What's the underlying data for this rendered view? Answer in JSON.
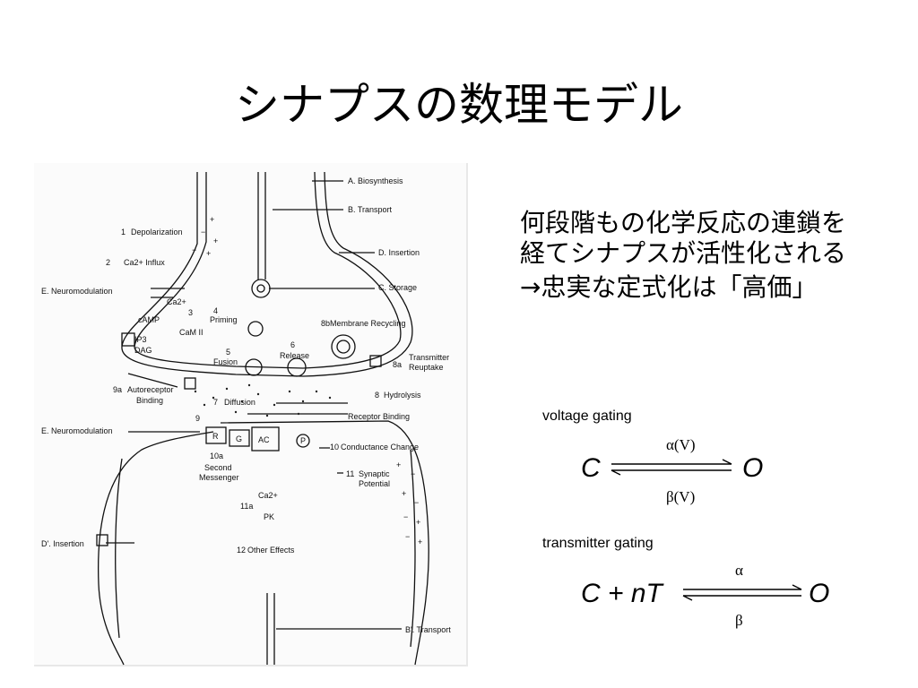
{
  "slide": {
    "title": "シナプスの数理モデル",
    "text_lines": [
      "何段階もの化学反応の連鎖を経てシナプスが活性化される",
      "→忠実な定式化は「高価」"
    ]
  },
  "figure": {
    "labels": {
      "biosynthesis": "A.  Biosynthesis",
      "transport": "B.  Transport",
      "insertion": "D.  Insertion",
      "storage": "C.  Storage",
      "depolarization": "Depolarization",
      "ca_influx": "Ca2+ Influx",
      "neuromod_top": "E.  Neuromodulation",
      "ca2": "Ca2+",
      "camp": "cAMP",
      "ip3": "IP3",
      "dag": "DAG",
      "priming": "Priming",
      "cam": "CaM II",
      "fusion": "Fusion",
      "release": "Release",
      "membrane_recycling": "Membrane Recycling",
      "transmitter_reuptake_1": "Transmitter",
      "transmitter_reuptake_2": "Reuptake",
      "autoreceptor_1": "Autoreceptor",
      "autoreceptor_2": "Binding",
      "diffusion": "Diffusion",
      "hydrolysis": "Hydrolysis",
      "receptor_binding": "Receptor Binding",
      "neuromod_bottom": "E.  Neuromodulation",
      "r": "R",
      "g": "G",
      "ac": "AC",
      "p": "P",
      "conductance": "Conductance Change",
      "second_messenger_1": "Second",
      "second_messenger_2": "Messenger",
      "synaptic_1": "Synaptic",
      "synaptic_2": "Potential",
      "ca2_b": "Ca2+",
      "pk": "PK",
      "insertion_b": "D'.  Insertion",
      "other_effects": "Other Effects",
      "transport_b": "B'.  Transport"
    },
    "numbers": {
      "n1": "1",
      "n2": "2",
      "n3": "3",
      "n4": "4",
      "n5": "5",
      "n6": "6",
      "n7": "7",
      "n8": "8",
      "n8a": "8a",
      "n8b": "8b",
      "n9": "9",
      "n9a": "9a",
      "n10": "10",
      "n10a": "10a",
      "n11": "11",
      "n11a": "11a",
      "n12": "12"
    }
  },
  "schemes": {
    "voltage": {
      "label": "voltage gating",
      "left": "C",
      "right": "O",
      "forward": "α(V)",
      "backward": "β(V)"
    },
    "transmitter": {
      "label": "transmitter gating",
      "left": "C + nT",
      "right": "O",
      "forward": "α",
      "backward": "β"
    }
  }
}
